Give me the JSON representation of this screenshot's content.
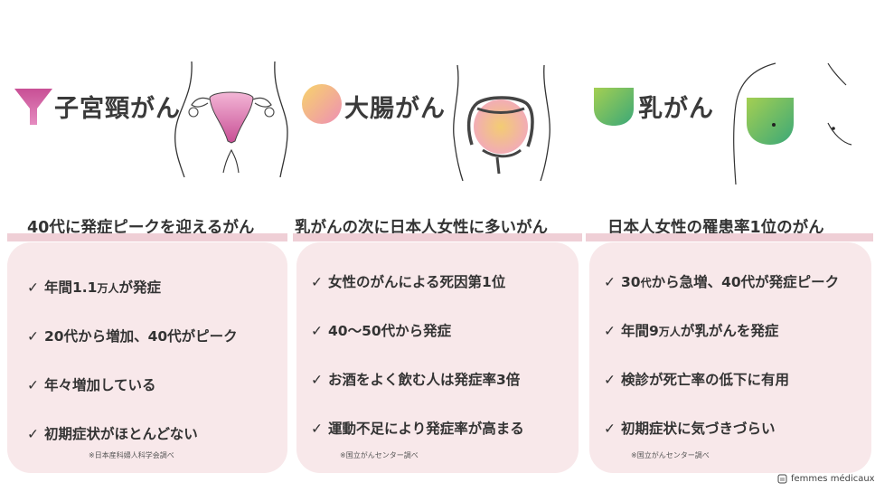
{
  "cervical": {
    "title": "子宮頸がん",
    "subtitle": "40代に発症ピークを迎えるがん",
    "items": [
      {
        "pre": "年間1.1",
        "small": "万人",
        "post": "が発症"
      },
      {
        "pre": "20代から増加、40代がピーク",
        "small": "",
        "post": ""
      },
      {
        "pre": "年々増加している",
        "small": "",
        "post": ""
      },
      {
        "pre": "初期症状がほとんどない",
        "small": "",
        "post": ""
      }
    ],
    "source": "※日本産科婦人科学会調べ",
    "color": "#d86aa7"
  },
  "colon": {
    "title": "大腸がん",
    "subtitle": "乳がんの次に日本人女性に多いがん",
    "items": [
      {
        "pre": "女性のがんによる死因第1位",
        "small": "",
        "post": ""
      },
      {
        "pre": "40〜50代から発症",
        "small": "",
        "post": ""
      },
      {
        "pre": "お酒をよく飲む人は発症率3倍",
        "small": "",
        "post": ""
      },
      {
        "pre": "運動不足により発症率が高まる",
        "small": "",
        "post": ""
      }
    ],
    "source": "※国立がんセンター調べ",
    "color": "#f0c860"
  },
  "breast": {
    "title": "乳がん",
    "subtitle": "日本人女性の罹患率1位のがん",
    "items": [
      {
        "pre": "30",
        "small": "代",
        "post": "から急増、40代が発症ピーク"
      },
      {
        "pre": "年間9",
        "small": "万人",
        "post": "が乳がんを発症"
      },
      {
        "pre": "検診が死亡率の低下に有用",
        "small": "",
        "post": ""
      },
      {
        "pre": "初期症状に気づきづらい",
        "small": "",
        "post": ""
      }
    ],
    "source": "※国立がんセンター調べ",
    "color": "#58b870"
  },
  "check_mark": "✓",
  "brand": "femmes médicaux"
}
